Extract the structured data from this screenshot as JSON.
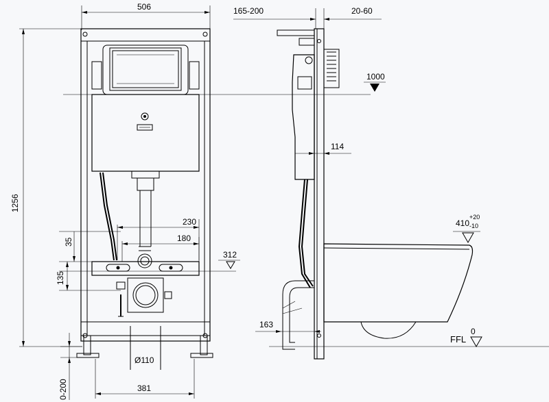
{
  "dimensions": {
    "frame_width": "506",
    "frame_height": "1256",
    "projection_front": "165-200",
    "wall_gap": "20-60",
    "button_height": "1000",
    "pipe_offset": "114",
    "fixing_spacing_outer": "230",
    "fixing_spacing_inner": "180",
    "upper_offset": "35",
    "fixing_height": "312",
    "fixing_span": "135",
    "drain_diameter": "Ø110",
    "drain_center_height": "163",
    "feet_spacing": "381",
    "feet_adjust": "0-200",
    "seat_height": "410",
    "seat_tol_plus": "+20",
    "seat_tol_minus": "-10",
    "floor_level": "0",
    "floor_label": "FFL"
  }
}
